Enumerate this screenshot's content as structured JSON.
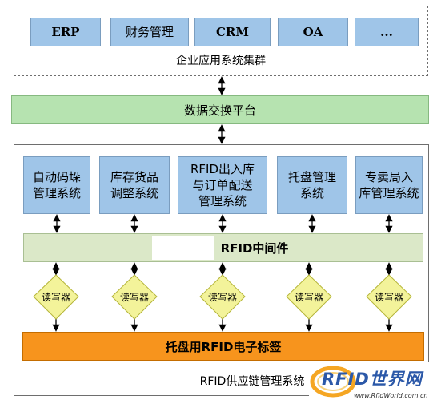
{
  "top_group": {
    "apps": [
      "ERP",
      "财务管理",
      "CRM",
      "OA",
      "..."
    ],
    "caption": "企业应用系统集群"
  },
  "exchange_platform": "数据交换平台",
  "rfid_system": {
    "modules": [
      "自动码垛\n管理系统",
      "库存货品\n调整系统",
      "RFID出入库\n与订单配送\n管理系统",
      "托盘管理\n系统",
      "专卖局入\n库管理系统"
    ],
    "middleware": "RFID中间件",
    "readers": [
      "读写器",
      "读写器",
      "读写器",
      "读写器",
      "读写器"
    ],
    "tag_bar": "托盘用RFID电子标签",
    "caption": "RFID供应链管理系统"
  },
  "watermark": {
    "logo_text": "RFID世界网",
    "url": "www.RfidWorld.com.cn"
  },
  "colors": {
    "module_blue": "#9fc5e8",
    "platform_green": "#b6e3b0",
    "middleware_green": "#dbe8c8",
    "reader_yellow": "#f3f39a",
    "tag_orange": "#f7941d"
  }
}
